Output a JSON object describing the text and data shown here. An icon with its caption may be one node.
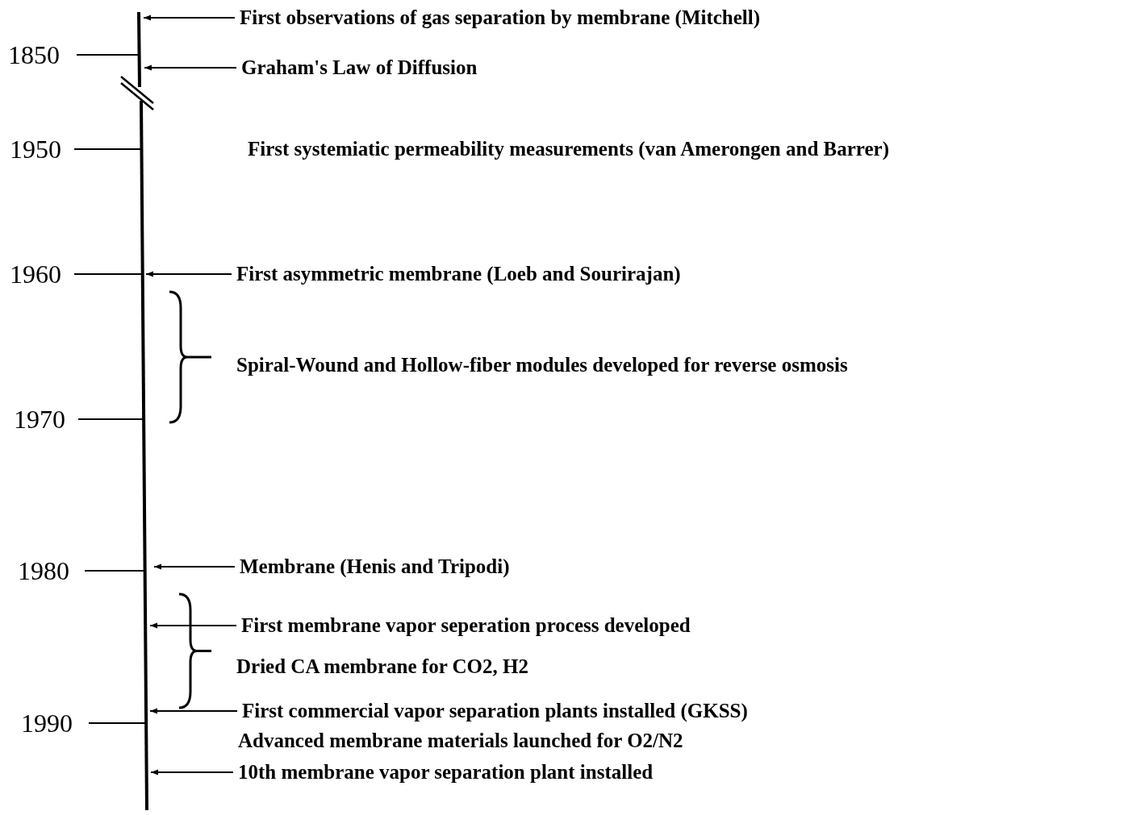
{
  "diagram": {
    "nodes": [
      {
        "text": [
          "First observations of gas separation by membrane (Mitchell)"
        ]
      },
      {
        "text": [
          "Graham's Law of Diffusion"
        ]
      },
      {
        "text": [
          "First systemiatic permeability measurements (van Amerongen and Barrer)"
        ]
      },
      {
        "text": [
          "First asymmetric membrane (Loeb and Sourirajan)"
        ]
      },
      {
        "text": [
          "Spiral-Wound and Hollow-fiber modules developed for reverse osmosis"
        ]
      },
      {
        "text": [
          "Membrane (Henis and Tripodi)"
        ]
      },
      {
        "text": [
          "First membrane vapor seperation process developed"
        ]
      },
      {
        "text": [
          "Dried CA membrane for CO2, H2"
        ]
      },
      {
        "text": [
          "First commercial vapor separation plants installed (GKSS)"
        ]
      },
      {
        "text": [
          "Advanced membrane materials launched for O2/N2"
        ]
      },
      {
        "text": [
          "10th membrane vapor separation plant installed"
        ]
      }
    ],
    "edges": [
      {
        "from": 0,
        "to": null,
        "arrow": "to"
      },
      {
        "from": 1,
        "to": null,
        "arrow": "to"
      },
      {
        "from": 3,
        "to": null,
        "arrow": "to"
      },
      {
        "from": 5,
        "to": null,
        "arrow": "to"
      },
      {
        "from": 6,
        "to": null,
        "arrow": "to"
      },
      {
        "from": 8,
        "to": null,
        "arrow": "to"
      },
      {
        "from": 10,
        "to": null,
        "arrow": "to"
      }
    ],
    "labels": [
      "1850",
      "1950",
      "1960",
      "1970",
      "1980",
      "1990"
    ]
  }
}
